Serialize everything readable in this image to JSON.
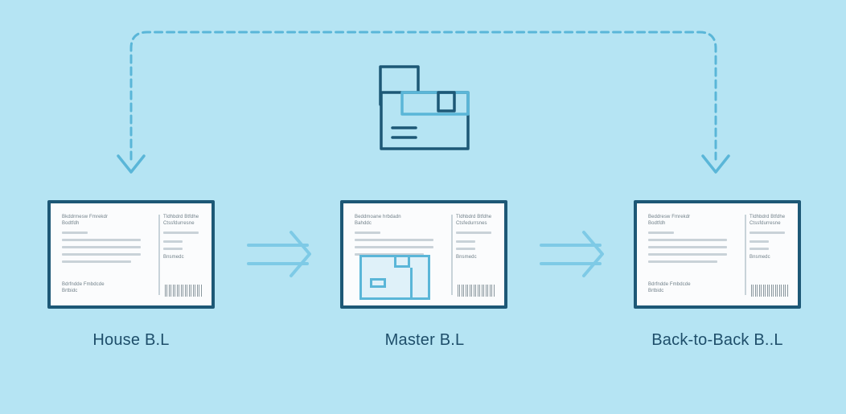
{
  "colors": {
    "background": "#b5e4f3",
    "document_border": "#1d5876",
    "arrow": "#5ab6d8",
    "dashed_arrow": "#5ab6d8",
    "label_text": "#1e4e6a"
  },
  "icons": {
    "header": "cargo-document-icon",
    "flow_arrow": "double-arrow-right-icon",
    "return_arrow": "dashed-arrow-down-icon"
  },
  "documents": [
    {
      "label": "House B.L",
      "lines": {
        "header_left": "Bkddrmesw Fmrekdr",
        "sub_left": "Bodtfdh",
        "header_right": "Tldhbdrd Btfdhe",
        "sub_right": "Ctssfdurresne",
        "right_small": "Bnsmedc",
        "foot_1": "Bdrfndde Fmbdcde",
        "foot_2": "Brtbidc"
      }
    },
    {
      "label": "Master B.L",
      "lines": {
        "header_left": "Beddmoane hrbdadn",
        "sub_left": "Bahddc",
        "header_right": "Tldhbdrd Btfdhe",
        "sub_right": "Ctsfedurrsnes",
        "right_small": "Bnsmedc",
        "foot_1": "",
        "foot_2": ""
      }
    },
    {
      "label": "Back-to-Back B..L",
      "lines": {
        "header_left": "Beddresw Fmrekdr",
        "sub_left": "Bodtfdh",
        "header_right": "Tldhbdrd Btfdhe",
        "sub_right": "Ctssfdurresne",
        "right_small": "Bnsmedc",
        "foot_1": "Bdrfndde Fmbdcde",
        "foot_2": "Brtbidc"
      }
    }
  ]
}
